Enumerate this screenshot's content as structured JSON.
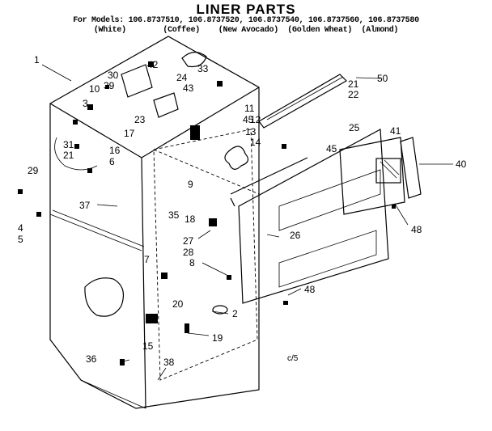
{
  "header": {
    "title": "LINER PARTS",
    "models_line": "For Models: 106.8737510, 106.8737520, 106.8737540, 106.8737560, 106.8737580",
    "colors_line": "(White)        (Coffee)    (New Avocado)  (Golden Wheat)  (Almond)"
  },
  "footer": {
    "code": "c/5"
  },
  "callouts": [
    "1",
    "2",
    "3",
    "4",
    "5",
    "6",
    "7",
    "8",
    "9",
    "10",
    "11",
    "12",
    "13",
    "14",
    "15",
    "16",
    "17",
    "18",
    "19",
    "20",
    "21",
    "21",
    "22",
    "23",
    "24",
    "25",
    "26",
    "27",
    "28",
    "29",
    "30",
    "31",
    "33",
    "35",
    "36",
    "37",
    "38",
    "39",
    "40",
    "41",
    "42",
    "43",
    "45",
    "45",
    "48",
    "48",
    "50"
  ]
}
